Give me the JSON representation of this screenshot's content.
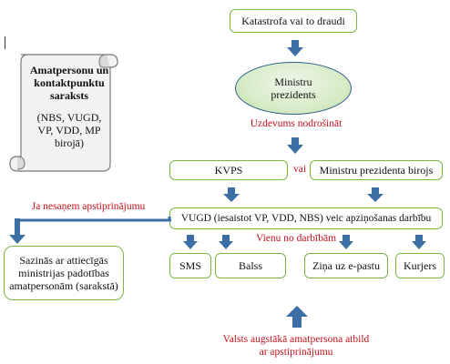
{
  "top": {
    "box": "Katastrofa vai to draudi"
  },
  "ministers": {
    "line1": "Ministru",
    "line2": "prezidents"
  },
  "task_label": "Uzdevums nodrošināt",
  "kvps": "KVPS",
  "or_label": "vai",
  "bureau": "Ministru prezidenta birojs",
  "vugd": "VUGD (iesaistot VP, VDD, NBS) veic apziņošanas darbību",
  "no_confirm_label": "Ja nesaņem apstiprinājumu",
  "one_of_label": "Vienu no darbībām",
  "actions": [
    "SMS",
    "Balss",
    "Ziņa uz e-pastu",
    "Kurjers"
  ],
  "contact": {
    "line1": "Sazinās ar attiecīgās",
    "line2": "ministrijas padotības",
    "line3": "amatpersonām (sarakstā)"
  },
  "scroll": {
    "title1": "Amatpersonu un",
    "title2": "kontaktpunktu",
    "title3": "saraksts",
    "body1": "(NBS, VUGD,",
    "body2": "VP, VDD, MP",
    "body3": "birojā)"
  },
  "bottom": {
    "line1": "Valsts augstākā amatpersona atbild",
    "line2": "ar apstiprinājumu"
  },
  "colors": {
    "box_border": "#79b93f",
    "arrow_fill": "#3d6fa6",
    "label_red": "#c0121d",
    "ellipse_fill": "#d7ecc8"
  }
}
